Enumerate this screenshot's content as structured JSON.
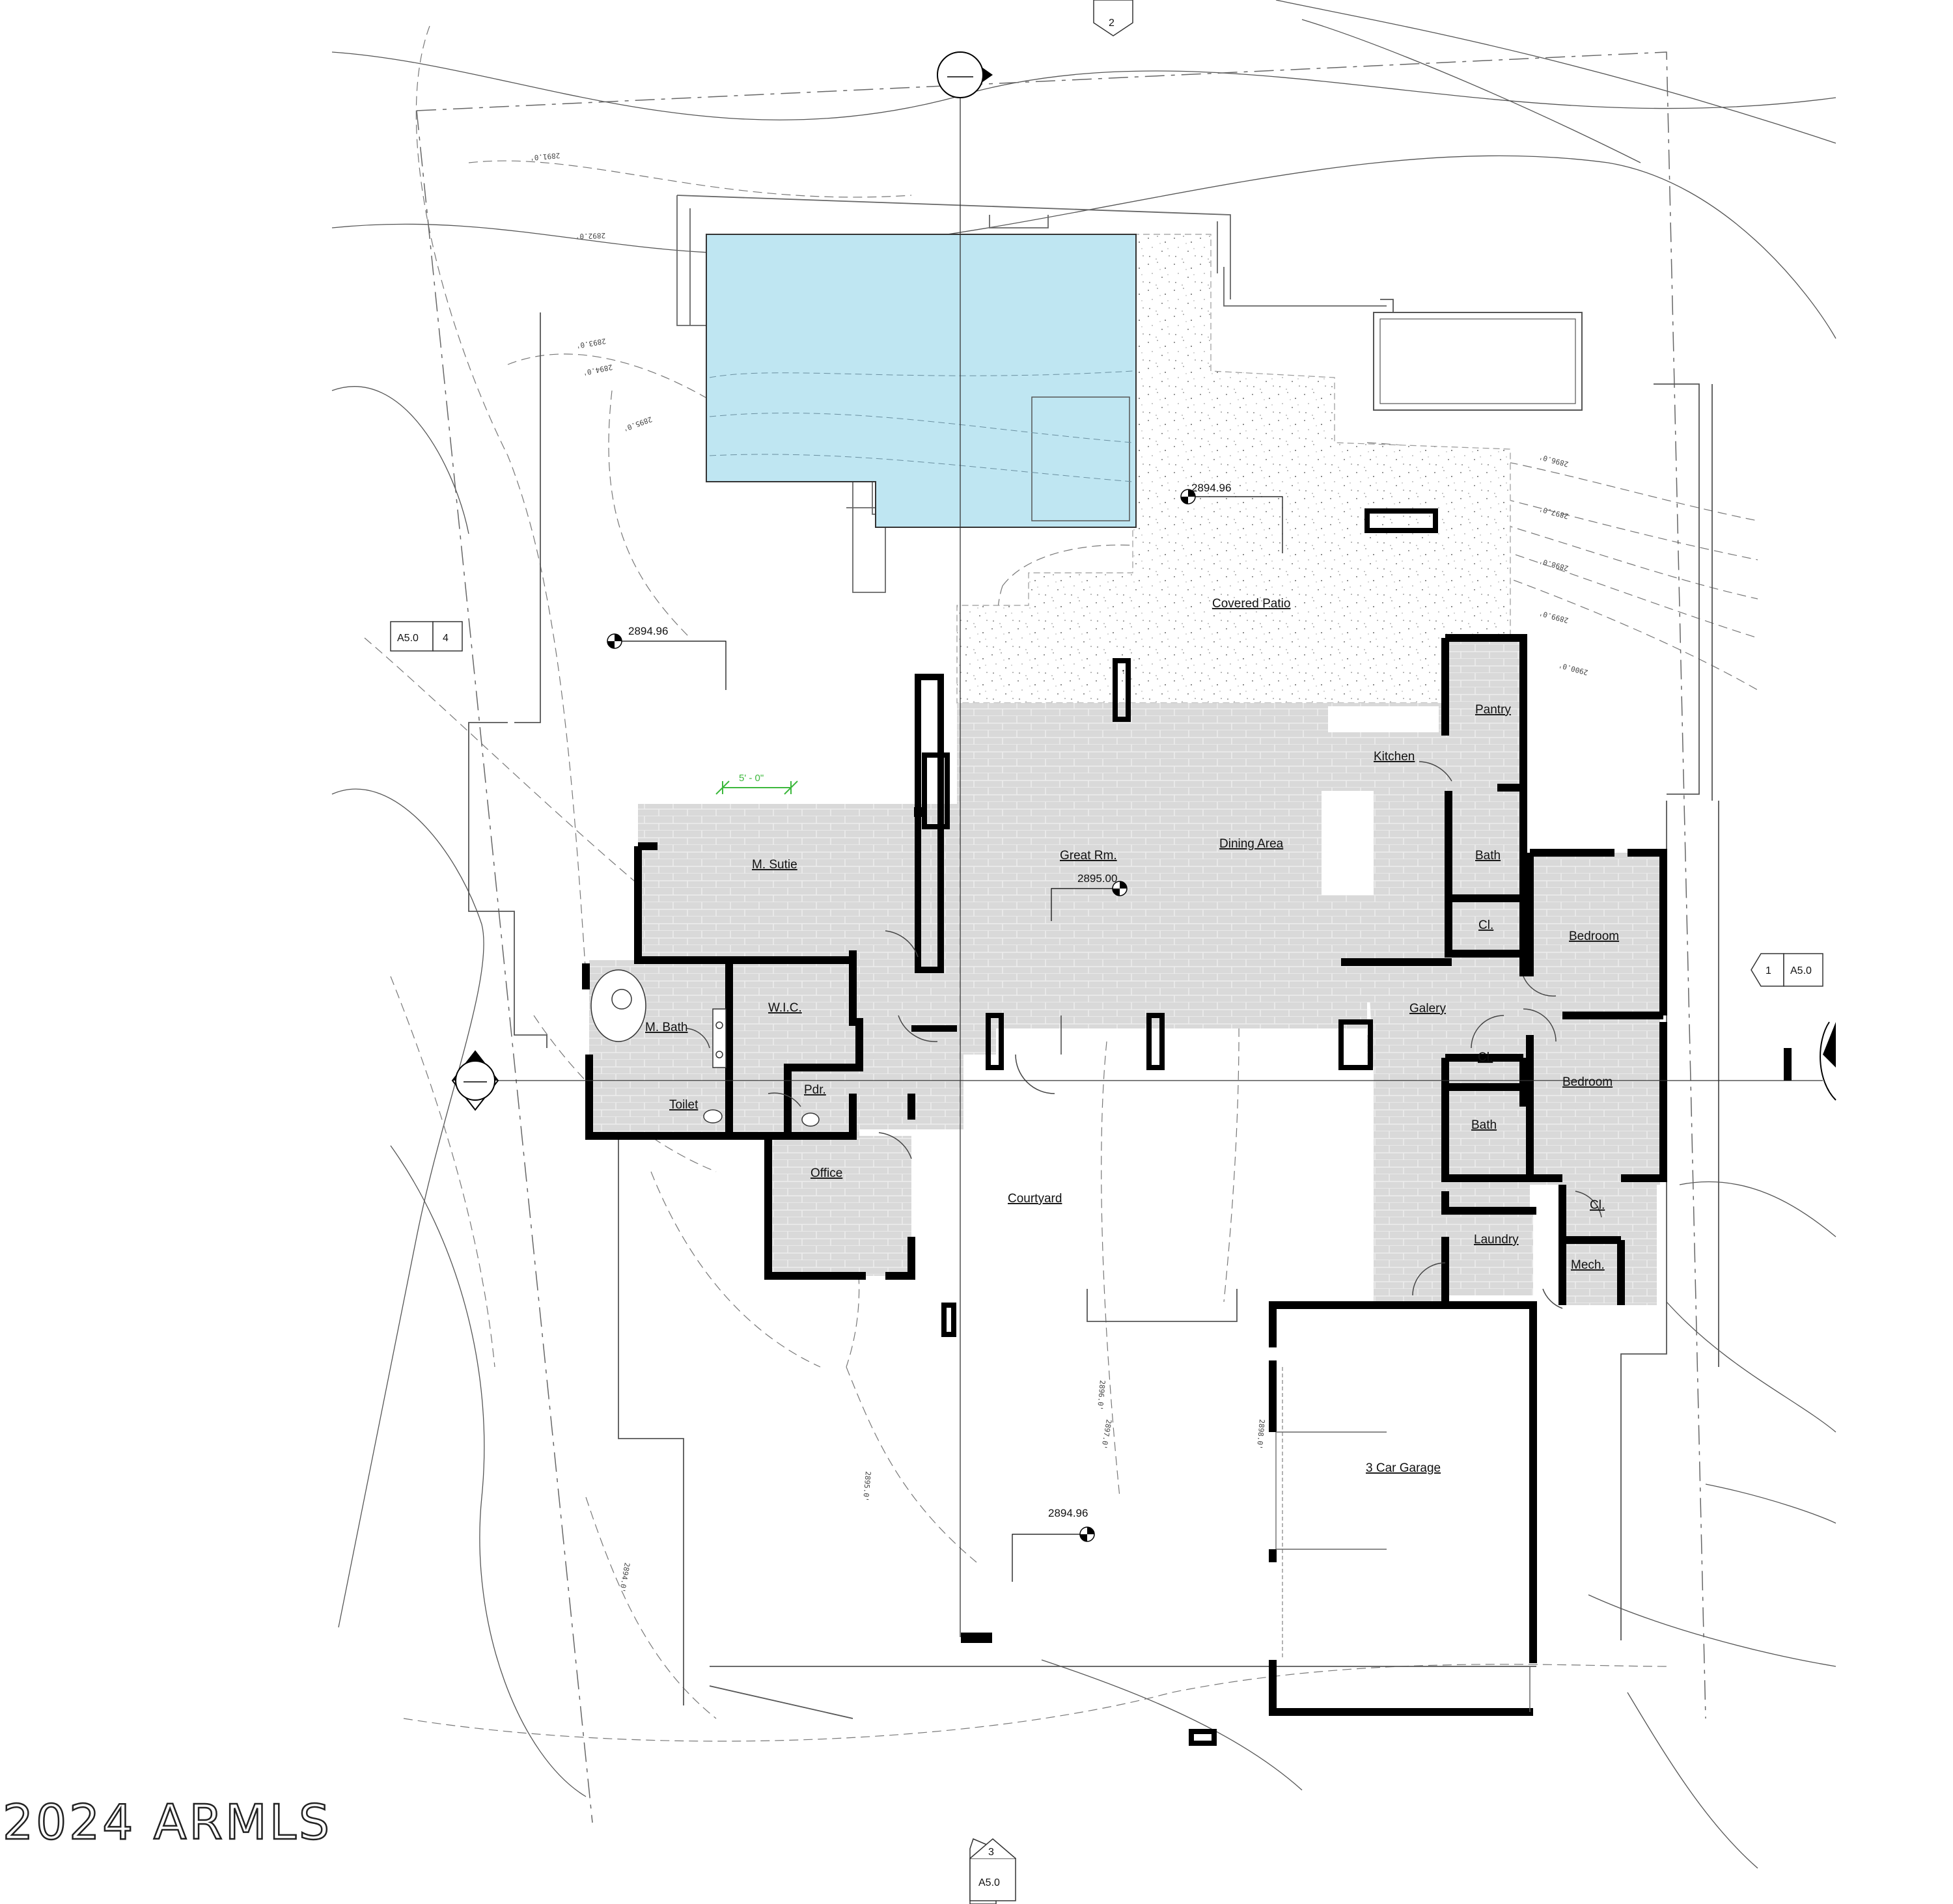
{
  "rooms": {
    "covered_patio": "Covered Patio",
    "pantry": "Pantry",
    "kitchen": "Kitchen",
    "great_rm": "Great Rm.",
    "dining_area": "Dining Area",
    "m_suite": "M. Sutie",
    "bath_upper": "Bath",
    "closet_upper": "Cl.",
    "bedroom_upper": "Bedroom",
    "wic": "W.I.C.",
    "m_bath": "M. Bath",
    "galery": "Galery",
    "closet_mid": "Cl.",
    "bedroom_lower": "Bedroom",
    "pdr": "Pdr.",
    "toilet": "Toilet",
    "bath_lower": "Bath",
    "office": "Office",
    "courtyard": "Courtyard",
    "closet_lower": "Cl.",
    "laundry": "Laundry",
    "mech": "Mech.",
    "garage": "3 Car Garage"
  },
  "elevations": {
    "patio": "2894.96",
    "west": "2894.96",
    "great_room": "2895.00",
    "courtyard": "2894.96"
  },
  "dimension": "5' - 0\"",
  "section_tags": {
    "top": {
      "number": "2"
    },
    "west": {
      "sheet": "A5.0",
      "number": "4"
    },
    "east": {
      "sheet": "A5.0",
      "number": "1"
    },
    "bottom": {
      "sheet": "A5.0",
      "number": "3"
    }
  },
  "contours": [
    "2891.0'",
    "2892.0'",
    "2893.0'",
    "2894.0'",
    "2895.0'",
    "2896.0'",
    "2897.0'",
    "2898.0'",
    "2899.0'",
    "2900.0'"
  ],
  "watermark": "2024 ARMLS",
  "colors": {
    "pool": "#bfe6f2",
    "floor": "#d9d9d9",
    "wall": "#000000",
    "dimension": "#3cb83c"
  }
}
